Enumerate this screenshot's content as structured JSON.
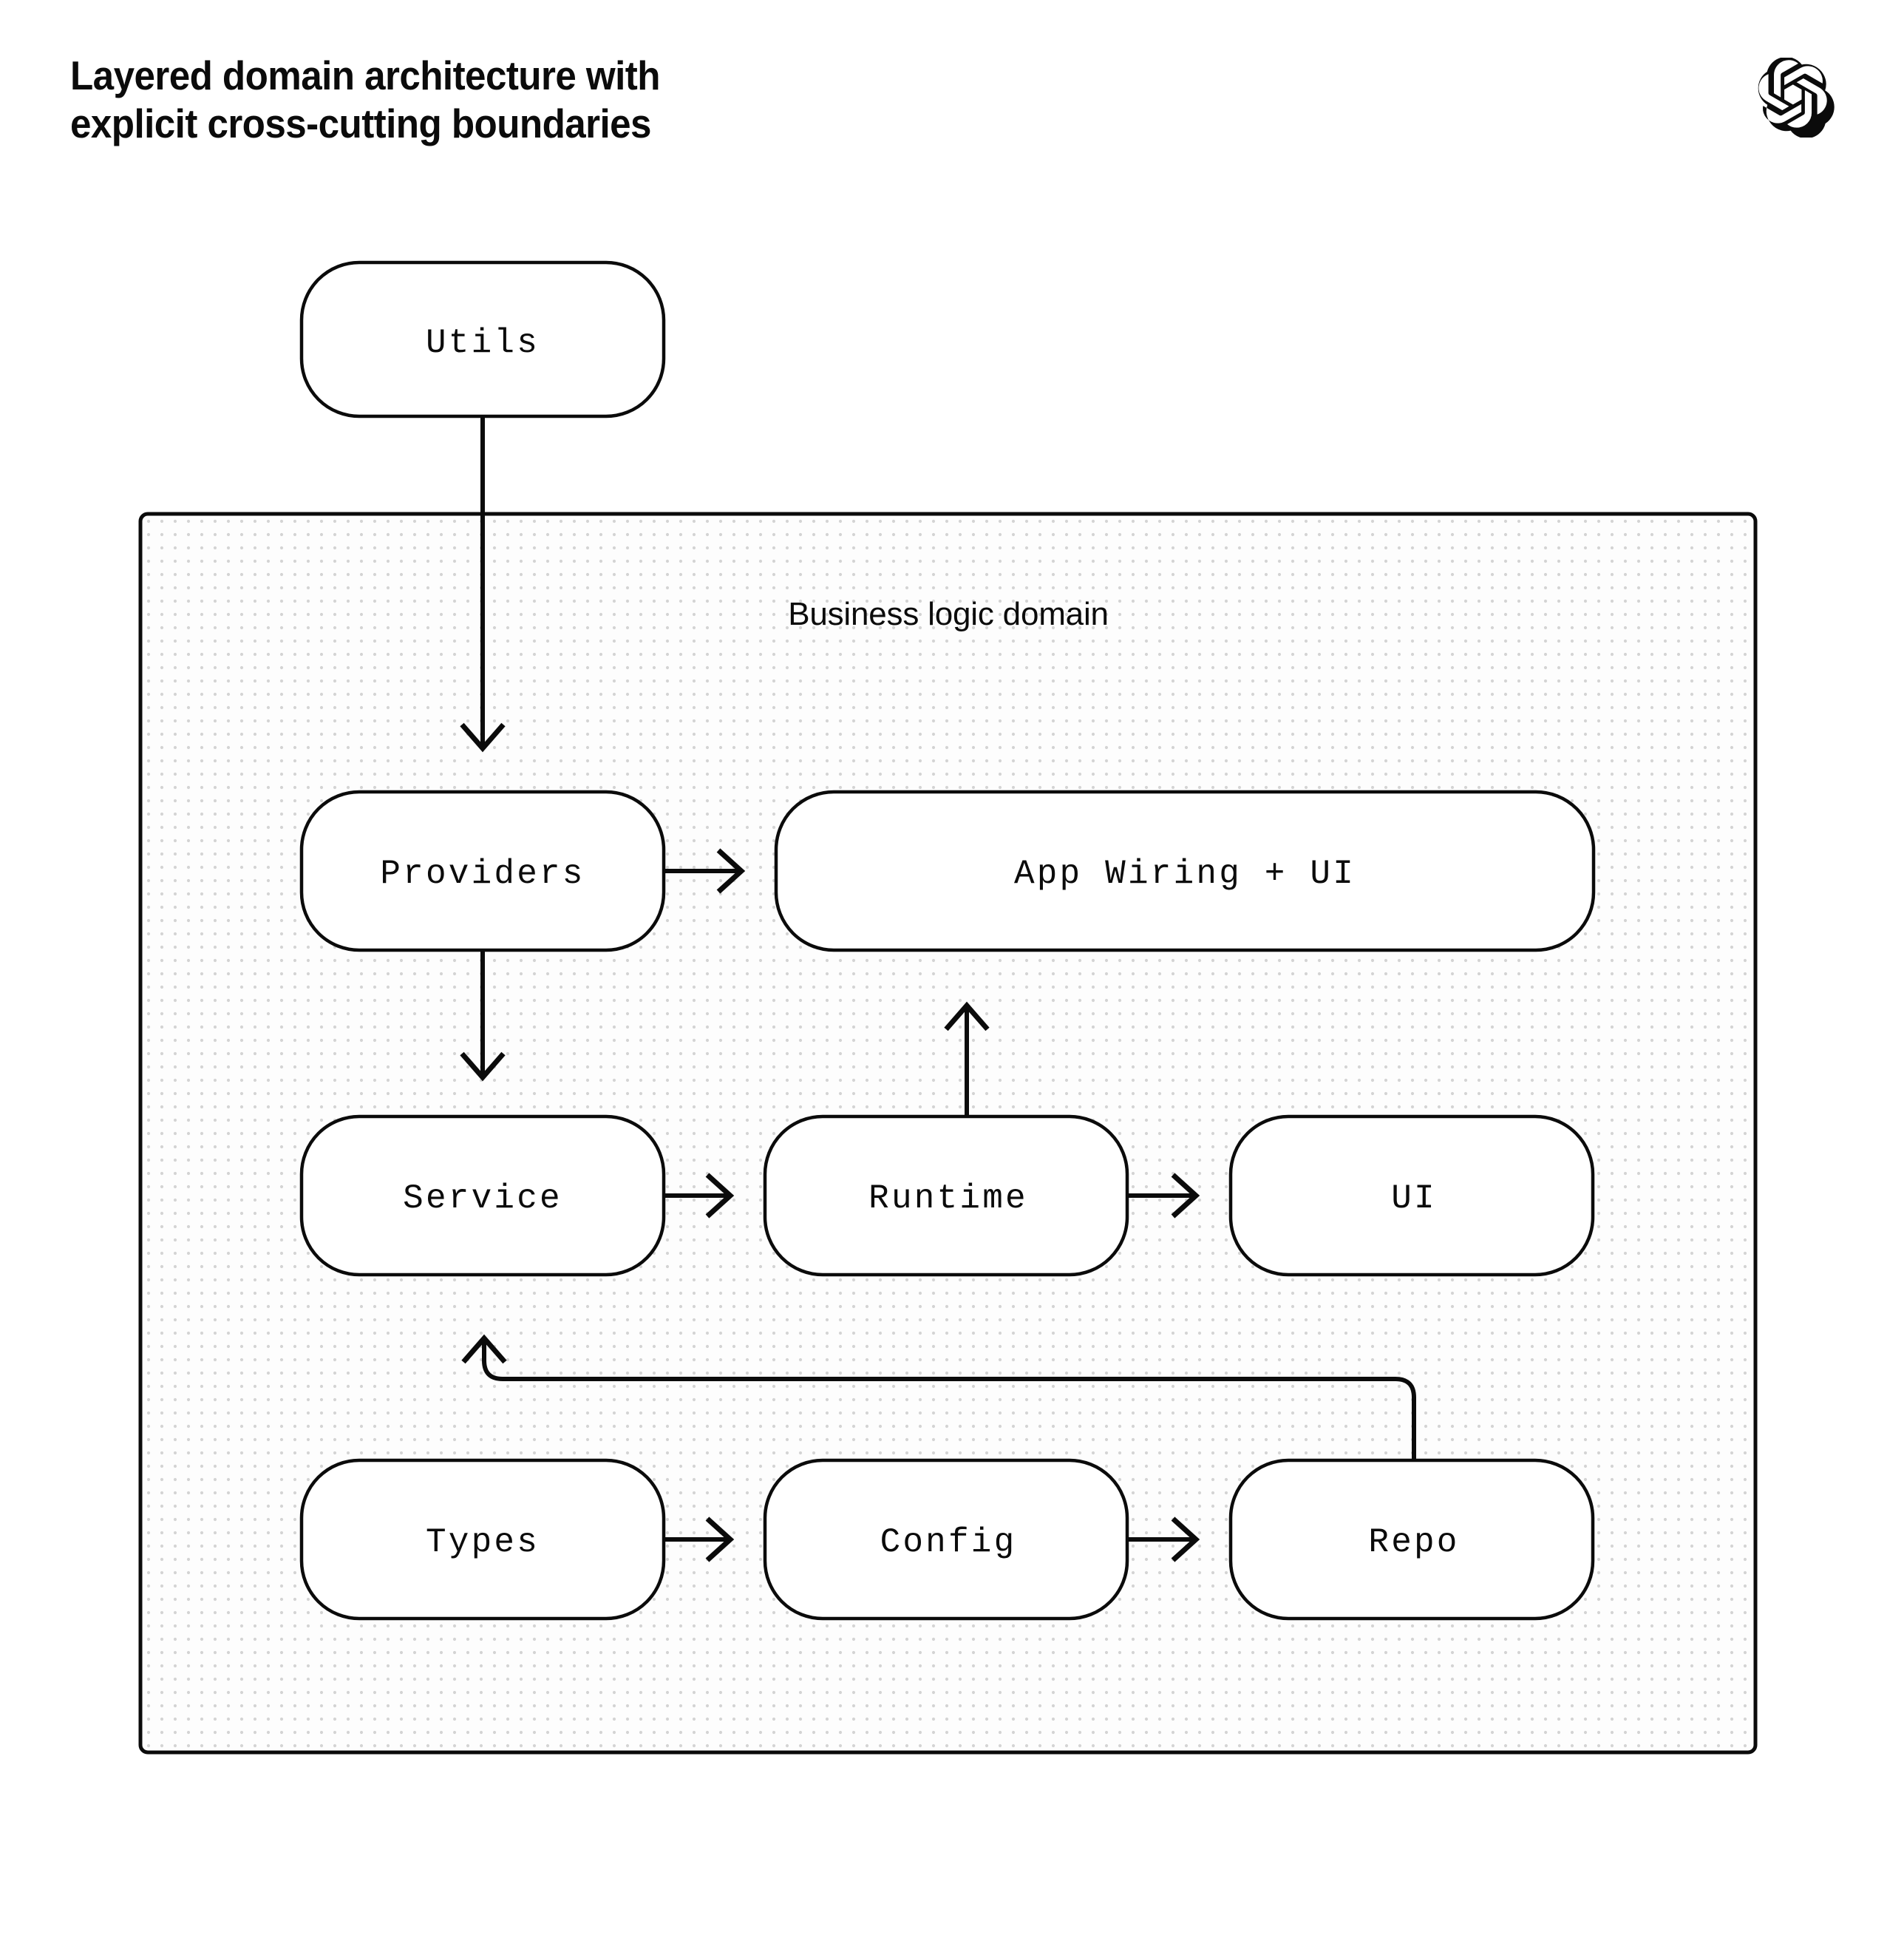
{
  "page": {
    "background_color": "#ffffff",
    "ink_color": "#0b0b0b",
    "dot_color": "#d4d4d4"
  },
  "header": {
    "title_line_1": "Layered domain architecture with",
    "title_line_2": "explicit cross-cutting boundaries",
    "logo_name": "openai-logo"
  },
  "diagram": {
    "type": "flowchart",
    "external_nodes": [
      {
        "id": "utils",
        "label": "Utils"
      }
    ],
    "group": {
      "id": "business-logic-domain",
      "label": "Business logic domain",
      "nodes": [
        {
          "id": "providers",
          "label": "Providers"
        },
        {
          "id": "app-wiring-ui",
          "label": "App Wiring + UI"
        },
        {
          "id": "service",
          "label": "Service"
        },
        {
          "id": "runtime",
          "label": "Runtime"
        },
        {
          "id": "ui",
          "label": "UI"
        },
        {
          "id": "types",
          "label": "Types"
        },
        {
          "id": "config",
          "label": "Config"
        },
        {
          "id": "repo",
          "label": "Repo"
        }
      ]
    },
    "edges": [
      {
        "from": "utils",
        "to": "providers",
        "style": "arrow"
      },
      {
        "from": "providers",
        "to": "app-wiring-ui",
        "style": "arrow"
      },
      {
        "from": "providers",
        "to": "service",
        "style": "arrow"
      },
      {
        "from": "service",
        "to": "runtime",
        "style": "arrow"
      },
      {
        "from": "runtime",
        "to": "ui",
        "style": "arrow"
      },
      {
        "from": "runtime",
        "to": "app-wiring-ui",
        "style": "arrow"
      },
      {
        "from": "types",
        "to": "config",
        "style": "arrow"
      },
      {
        "from": "config",
        "to": "repo",
        "style": "arrow"
      },
      {
        "from": "repo",
        "to": "service",
        "style": "arrow-elbow"
      }
    ]
  }
}
